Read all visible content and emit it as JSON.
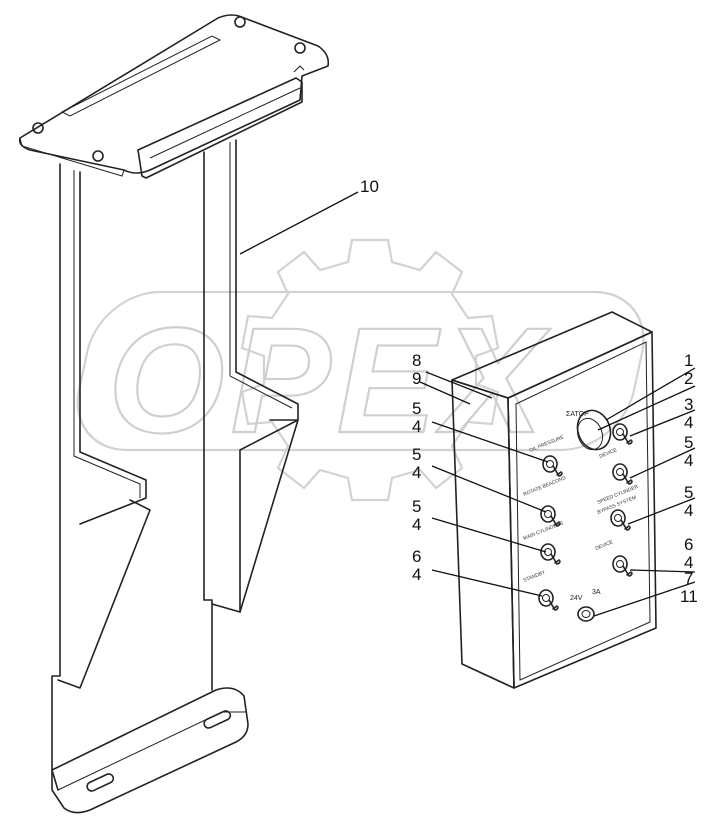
{
  "watermark": {
    "text": "OPEX"
  },
  "panel": {
    "header": "ΣΑΤΟΡ",
    "switch_labels": [
      "OIL PRESSURE",
      "ROTATE BEACONS",
      "MAIN CYLINDERS",
      "STANDBY",
      "DEVICE",
      "SPEED CYLINDER",
      "BYPASS SYSTEM"
    ],
    "voltage_label": "24V",
    "fuse_label": "3A"
  },
  "callouts": [
    "1",
    "2",
    "3",
    "4",
    "5",
    "4",
    "5",
    "4",
    "6",
    "4",
    "7",
    "11",
    "8",
    "9",
    "5",
    "4",
    "5",
    "4",
    "5",
    "4",
    "6",
    "4",
    "10"
  ]
}
